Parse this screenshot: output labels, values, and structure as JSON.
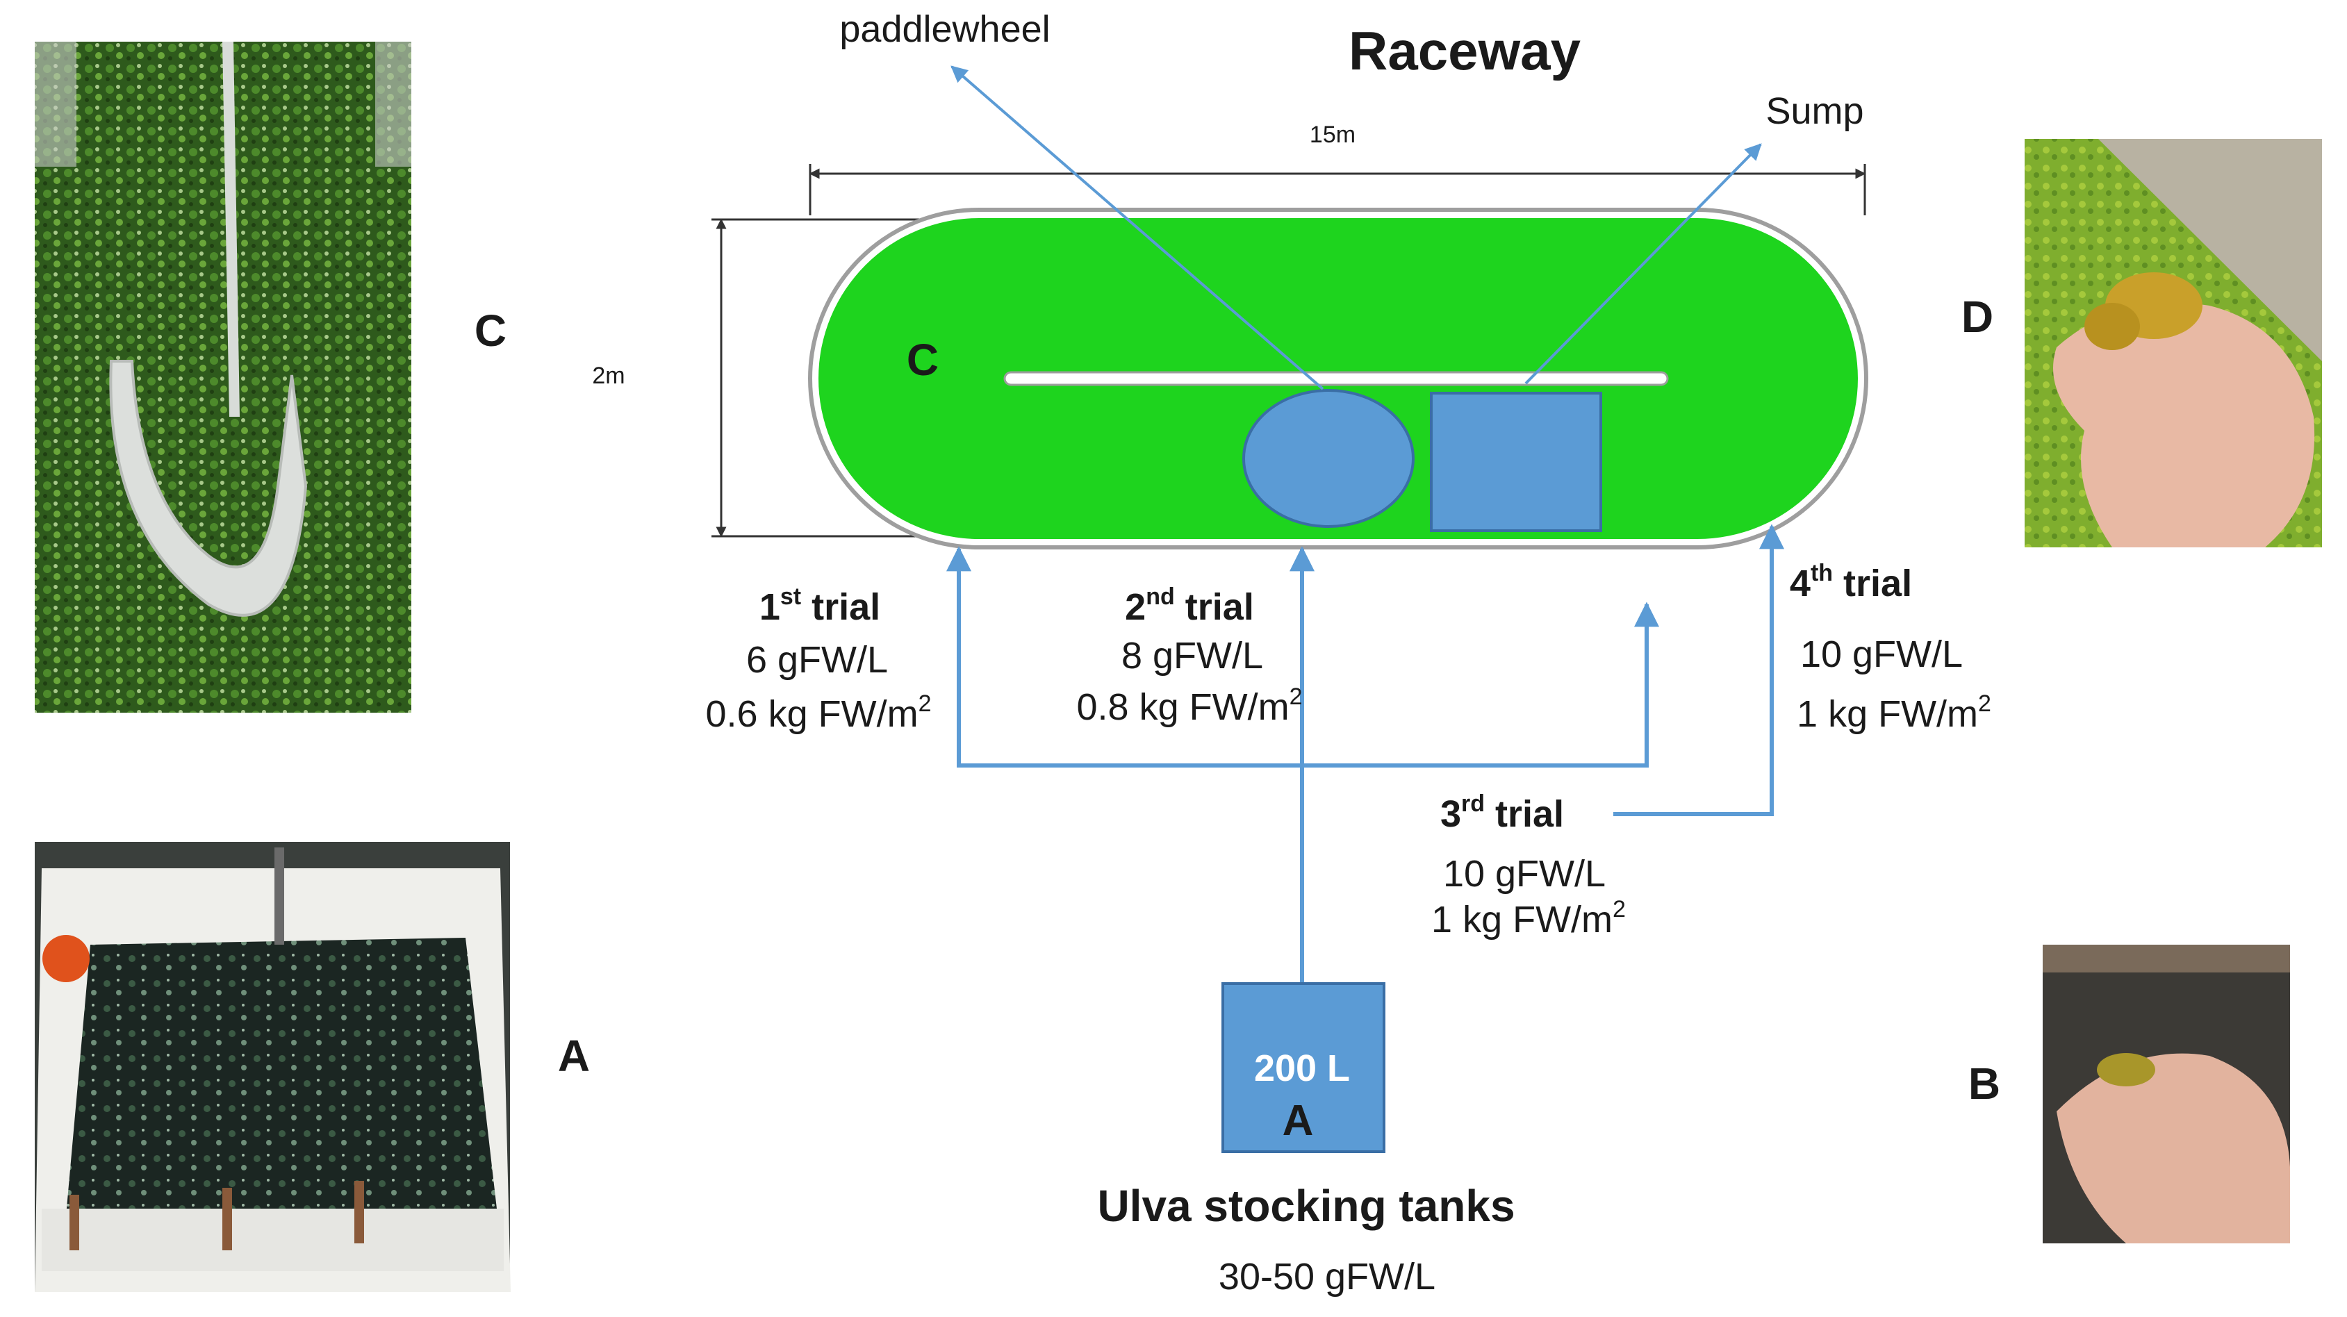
{
  "title": "Raceway",
  "labels": {
    "paddlewheel": "paddlewheel",
    "sump": "Sump",
    "length": "15m",
    "width": "2m",
    "raceway_letter": "C"
  },
  "trials": [
    {
      "num": "1",
      "suffix": "st",
      "word": "trial",
      "density": "6 gFW/L",
      "area_prefix": "0.6 kg FW/m",
      "area_sup": "2"
    },
    {
      "num": "2",
      "suffix": "nd",
      "word": "trial",
      "density": "8 gFW/L",
      "area_prefix": "0.8 kg FW/m",
      "area_sup": "2"
    },
    {
      "num": "3",
      "suffix": "rd",
      "word": "trial",
      "density": "10 gFW/L",
      "area_prefix": "1 kg FW/m",
      "area_sup": "2"
    },
    {
      "num": "4",
      "suffix": "th",
      "word": "trial",
      "density": "10 gFW/L",
      "area_prefix": "1 kg FW/m",
      "area_sup": "2"
    }
  ],
  "tank": {
    "volume": "200 L",
    "letter": "A",
    "title": "Ulva stocking tanks",
    "density": "30-50 gFW/L"
  },
  "photo_letters": {
    "top_left": "C",
    "bottom_left": "A",
    "top_right": "D",
    "bottom_right": "B"
  },
  "colors": {
    "raceway_green": "#1ed41e",
    "component_blue": "#5b9bd5",
    "arrow_blue": "#5b9bd5",
    "outline_gray": "#9e9e9e"
  }
}
